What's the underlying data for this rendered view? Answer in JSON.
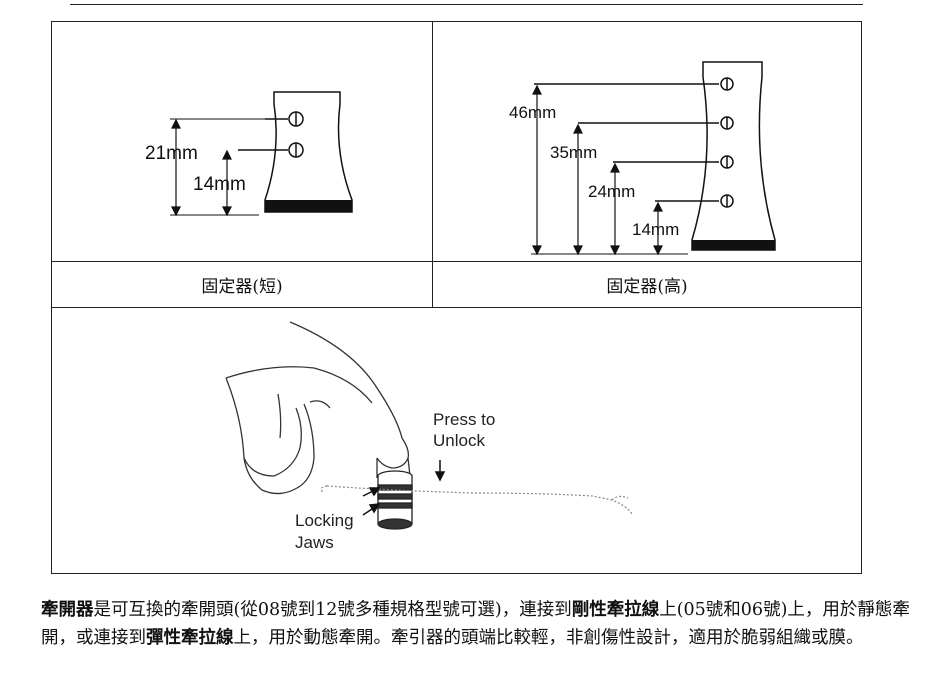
{
  "captions": {
    "short": "固定器(短)",
    "tall": "固定器(高)"
  },
  "short_holder": {
    "dim_21": "21mm",
    "dim_14": "14mm"
  },
  "tall_holder": {
    "dim_46": "46mm",
    "dim_35": "35mm",
    "dim_24": "24mm",
    "dim_14": "14mm"
  },
  "illustration": {
    "press_line1": "Press to",
    "press_line2": "Unlock",
    "jaws_line1": "Locking",
    "jaws_line2": "Jaws"
  },
  "description": {
    "s1": "牽開器",
    "s2": "是可互換的牽開頭(從08號到12號多種規格型號可選)，連接到",
    "s3": "剛性牽拉線",
    "s4": "上(05號和06號)上，用於靜態牽開，或連接到",
    "s5": "彈性牽拉線",
    "s6": "上，用於動態牽開。牽引器的頭端比較輕，非創傷性設計，適用於脆弱組織或膜。"
  }
}
